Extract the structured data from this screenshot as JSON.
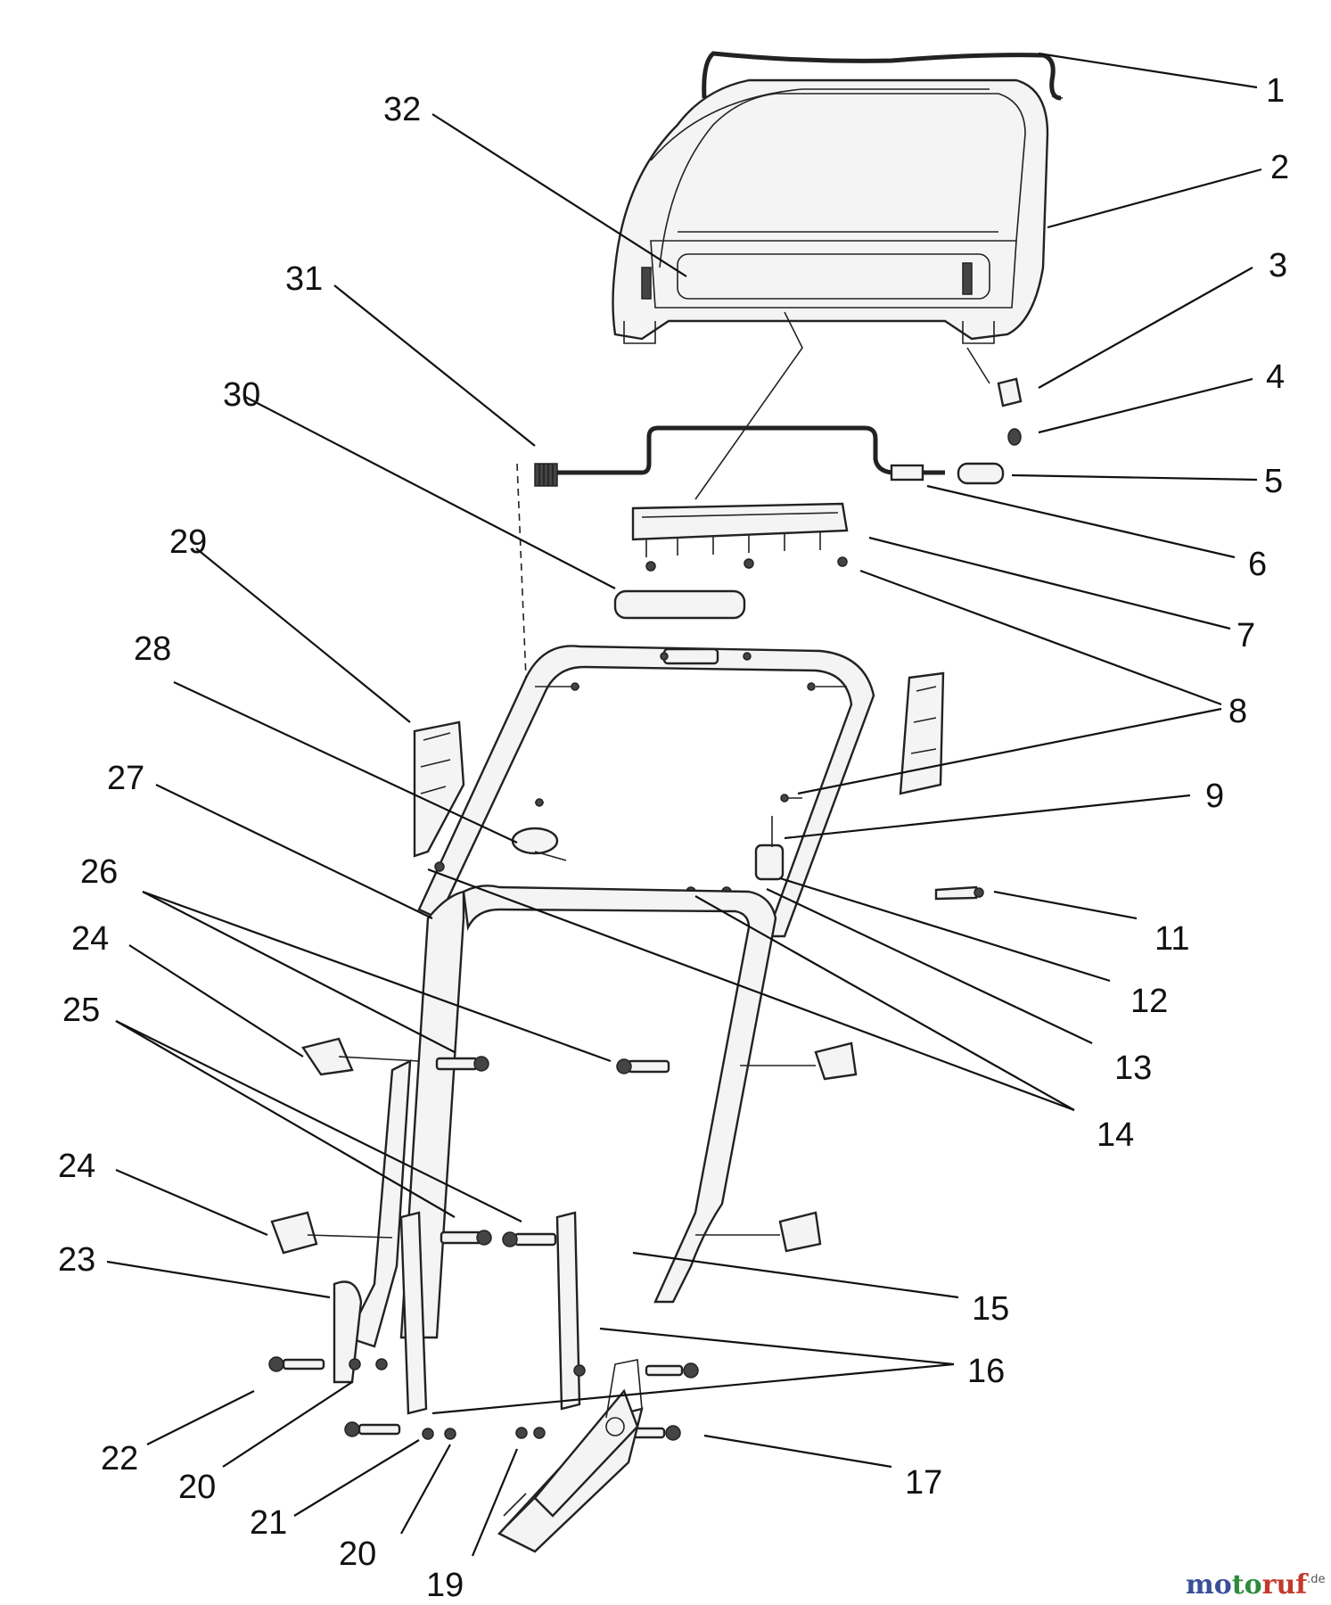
{
  "diagram": {
    "labels": [
      "1",
      "2",
      "3",
      "4",
      "5",
      "6",
      "7",
      "8",
      "9",
      "11",
      "12",
      "13",
      "14",
      "15",
      "16",
      "17",
      "19",
      "20",
      "20",
      "21",
      "22",
      "23",
      "24",
      "24",
      "25",
      "26",
      "27",
      "28",
      "29",
      "30",
      "31",
      "32"
    ]
  },
  "watermark": {
    "part1": "mo",
    "part2": "to",
    "part3": "ruf",
    "suffix": ".de"
  }
}
